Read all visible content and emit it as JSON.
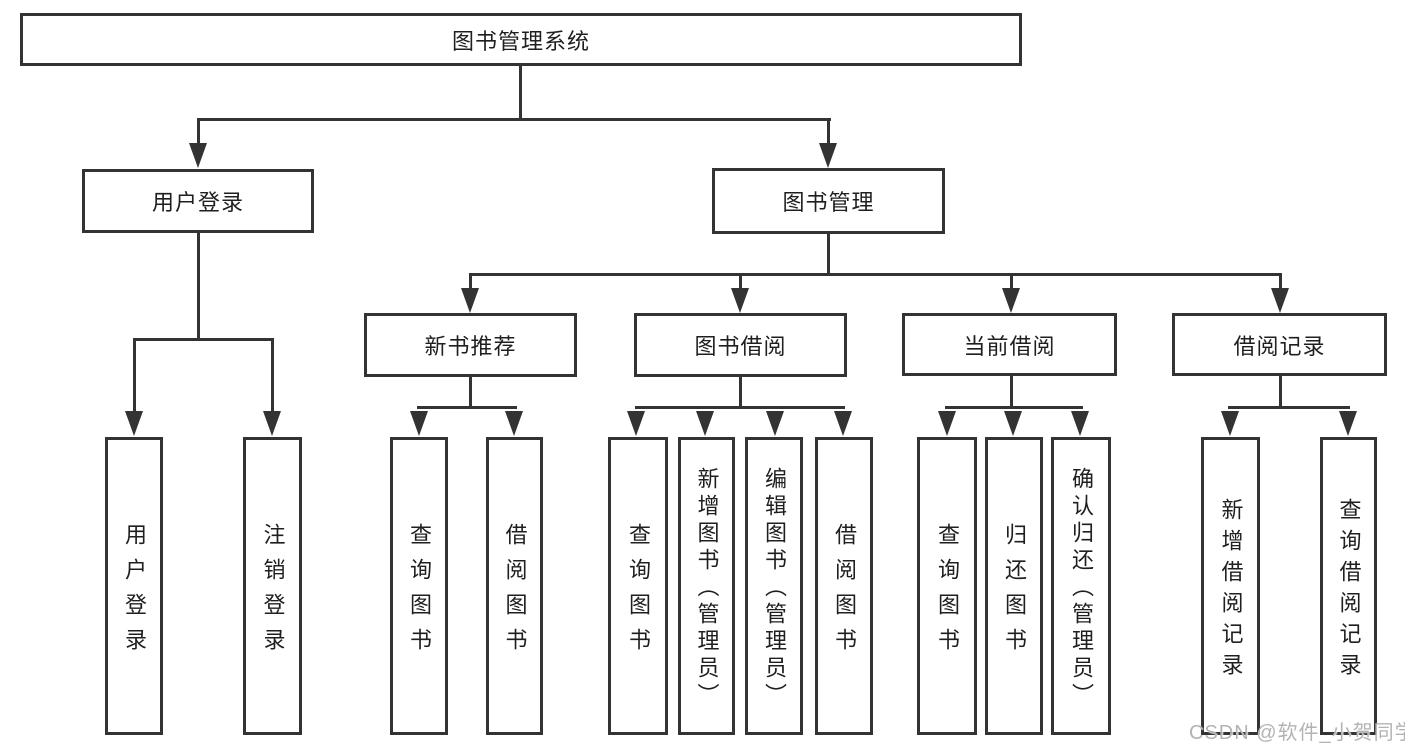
{
  "colors": {
    "line": "#333333",
    "text": "#1f1f1f",
    "background": "#ffffff",
    "watermark": "#b3b3b3"
  },
  "tree": {
    "root": {
      "label": "图书管理系统"
    },
    "branches": [
      {
        "label": "用户登录",
        "children": [
          {
            "label": "用户登录"
          },
          {
            "label": "注销登录"
          }
        ]
      },
      {
        "label": "图书管理",
        "groups": [
          {
            "label": "新书推荐",
            "children": [
              {
                "label": "查询图书"
              },
              {
                "label": "借阅图书"
              }
            ]
          },
          {
            "label": "图书借阅",
            "children": [
              {
                "label": "查询图书"
              },
              {
                "label": "新增图书（管理员）"
              },
              {
                "label": "编辑图书（管理员）"
              },
              {
                "label": "借阅图书"
              }
            ]
          },
          {
            "label": "当前借阅",
            "children": [
              {
                "label": "查询图书"
              },
              {
                "label": "归还图书"
              },
              {
                "label": "确认归还（管理员）"
              }
            ]
          },
          {
            "label": "借阅记录",
            "children": [
              {
                "label": "新增借阅记录"
              },
              {
                "label": "查询借阅记录"
              }
            ]
          }
        ]
      }
    ]
  },
  "watermark": {
    "text": "CSDN @软件_小贺同学"
  }
}
